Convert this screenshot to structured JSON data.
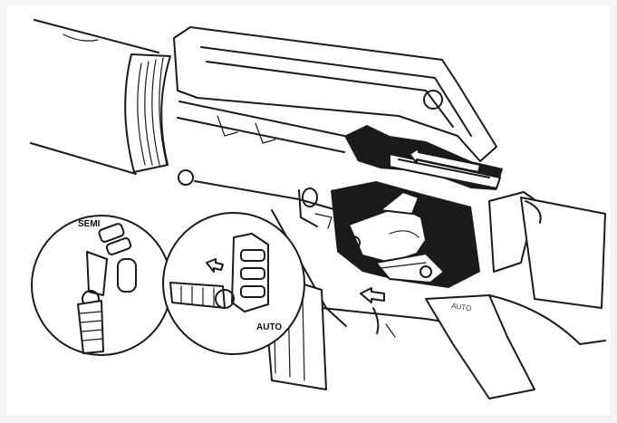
{
  "callouts": {
    "semi": "SEMI",
    "auto": "AUTO",
    "receiver_marking": "AUTO"
  },
  "colors": {
    "ink": "#1a1a1a",
    "paper": "#ffffff",
    "background": "#f4f4f4"
  }
}
